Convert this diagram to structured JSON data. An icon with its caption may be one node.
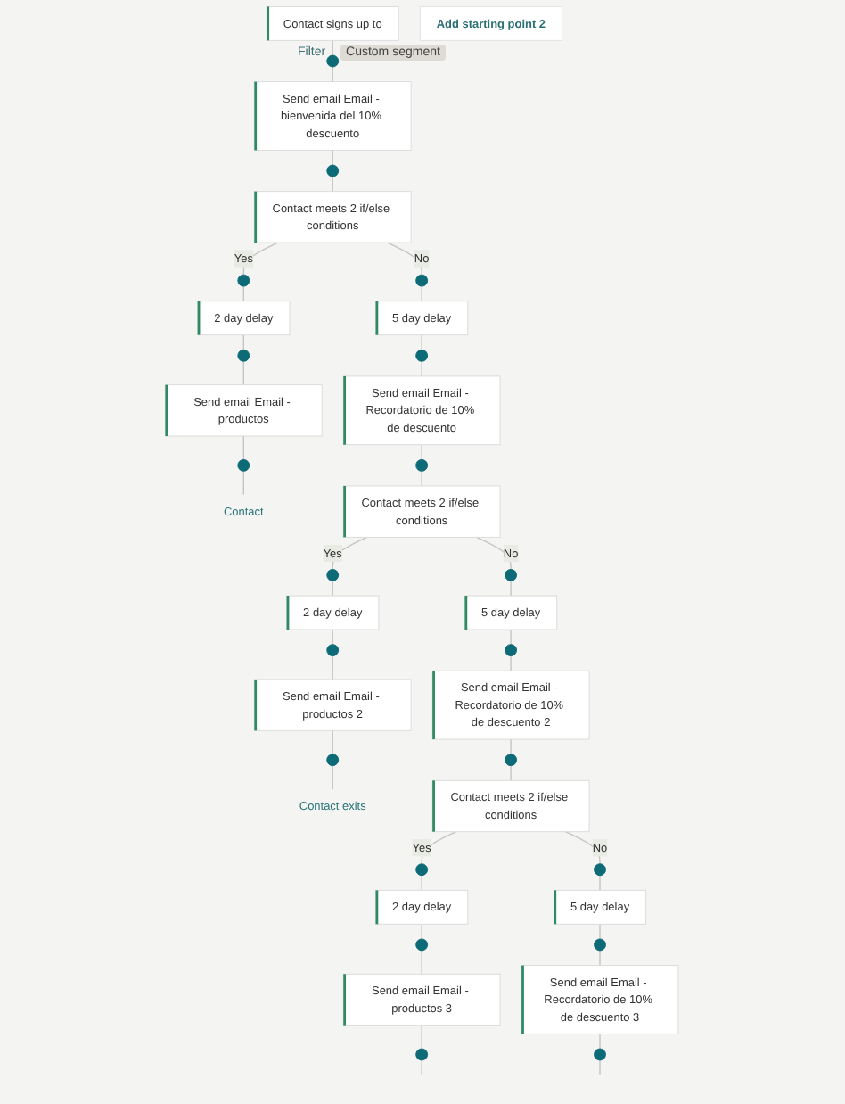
{
  "diagram": {
    "nodes": [
      {
        "text": [
          "Contact signs up to"
        ],
        "beside": [
          "Filter",
          "Custom segment"
        ]
      },
      {
        "text": [
          "Add starting point 2"
        ]
      },
      {
        "text": [],
        "shape": "circle"
      },
      {
        "text": [
          "Send email Email - bienvenida del 10% descuento"
        ]
      },
      {
        "text": [],
        "shape": "circle"
      },
      {
        "text": [
          "Contact meets 2 if/else conditions"
        ]
      },
      {
        "text": [],
        "shape": "circle"
      },
      {
        "text": [],
        "shape": "circle"
      },
      {
        "text": [
          "2 day delay"
        ]
      },
      {
        "text": [
          "5 day delay"
        ]
      },
      {
        "text": [],
        "shape": "circle"
      },
      {
        "text": [],
        "shape": "circle"
      },
      {
        "text": [
          "Send email Email - productos"
        ]
      },
      {
        "text": [
          "Send email Email - Recordatorio de 10% de descuento"
        ]
      },
      {
        "text": [],
        "shape": "circle"
      },
      {
        "text": [],
        "shape": "circle"
      },
      {
        "text": [
          "Contact meets 2 if/else conditions"
        ]
      },
      {
        "text": [
          "Contact"
        ]
      },
      {
        "text": [],
        "shape": "circle"
      },
      {
        "text": [],
        "shape": "circle"
      },
      {
        "text": [
          "2 day delay"
        ]
      },
      {
        "text": [
          "5 day delay"
        ]
      },
      {
        "text": [],
        "shape": "circle"
      },
      {
        "text": [],
        "shape": "circle"
      },
      {
        "text": [
          "Send email Email - productos 2"
        ]
      },
      {
        "text": [
          "Send email Email - Recordatorio de 10% de descuento 2"
        ]
      },
      {
        "text": [],
        "shape": "circle"
      },
      {
        "text": [],
        "shape": "circle"
      },
      {
        "text": [
          "Contact meets 2 if/else conditions"
        ]
      },
      {
        "text": [
          "Contact exits"
        ]
      },
      {
        "text": [],
        "shape": "circle"
      },
      {
        "text": [],
        "shape": "circle"
      },
      {
        "text": [
          "2 day delay"
        ]
      },
      {
        "text": [
          "5 day delay"
        ]
      },
      {
        "text": [],
        "shape": "circle"
      },
      {
        "text": [],
        "shape": "circle"
      },
      {
        "text": [
          "Send email Email - productos 3"
        ]
      },
      {
        "text": [
          "Send email Email - Recordatorio de 10% de descuento 3"
        ]
      },
      {
        "text": [],
        "shape": "circle"
      },
      {
        "text": [],
        "shape": "circle"
      }
    ],
    "edges": [
      {
        "from": 0,
        "to": 2,
        "arrow": "none"
      },
      {
        "from": 2,
        "to": 3,
        "arrow": "none"
      },
      {
        "from": 3,
        "to": 4,
        "arrow": "none"
      },
      {
        "from": 4,
        "to": 5,
        "arrow": "none"
      },
      {
        "from": 5,
        "to": 6,
        "arrow": "none",
        "label": "Yes"
      },
      {
        "from": 5,
        "to": 7,
        "arrow": "none",
        "label": "No"
      },
      {
        "from": 6,
        "to": 8,
        "arrow": "none"
      },
      {
        "from": 7,
        "to": 9,
        "arrow": "none"
      },
      {
        "from": 8,
        "to": 10,
        "arrow": "none"
      },
      {
        "from": 10,
        "to": 12,
        "arrow": "none"
      },
      {
        "from": 9,
        "to": 11,
        "arrow": "none"
      },
      {
        "from": 11,
        "to": 13,
        "arrow": "none"
      },
      {
        "from": 12,
        "to": 14,
        "arrow": "none"
      },
      {
        "from": 14,
        "to": 17,
        "arrow": "none"
      },
      {
        "from": 13,
        "to": 15,
        "arrow": "none"
      },
      {
        "from": 15,
        "to": 16,
        "arrow": "none"
      },
      {
        "from": 16,
        "to": 18,
        "arrow": "none",
        "label": "Yes"
      },
      {
        "from": 16,
        "to": 19,
        "arrow": "none",
        "label": "No"
      },
      {
        "from": 18,
        "to": 20,
        "arrow": "none"
      },
      {
        "from": 19,
        "to": 21,
        "arrow": "none"
      },
      {
        "from": 20,
        "to": 22,
        "arrow": "none"
      },
      {
        "from": 22,
        "to": 24,
        "arrow": "none"
      },
      {
        "from": 21,
        "to": 23,
        "arrow": "none"
      },
      {
        "from": 23,
        "to": 25,
        "arrow": "none"
      },
      {
        "from": 24,
        "to": 26,
        "arrow": "none"
      },
      {
        "from": 26,
        "to": 29,
        "arrow": "none"
      },
      {
        "from": 25,
        "to": 27,
        "arrow": "none"
      },
      {
        "from": 27,
        "to": 28,
        "arrow": "none"
      },
      {
        "from": 28,
        "to": 30,
        "arrow": "none",
        "label": "Yes"
      },
      {
        "from": 28,
        "to": 31,
        "arrow": "none",
        "label": "No"
      },
      {
        "from": 30,
        "to": 32,
        "arrow": "none"
      },
      {
        "from": 31,
        "to": 33,
        "arrow": "none"
      },
      {
        "from": 32,
        "to": 34,
        "arrow": "none"
      },
      {
        "from": 34,
        "to": 36,
        "arrow": "none"
      },
      {
        "from": 33,
        "to": 35,
        "arrow": "none"
      },
      {
        "from": 35,
        "to": 37,
        "arrow": "none"
      },
      {
        "from": 36,
        "to": 38,
        "arrow": "none"
      },
      {
        "from": 37,
        "to": 39,
        "arrow": "none"
      },
      {
        "from": 38,
        "to": null,
        "arrow": "none"
      },
      {
        "from": 39,
        "to": null,
        "arrow": "none"
      }
    ]
  }
}
